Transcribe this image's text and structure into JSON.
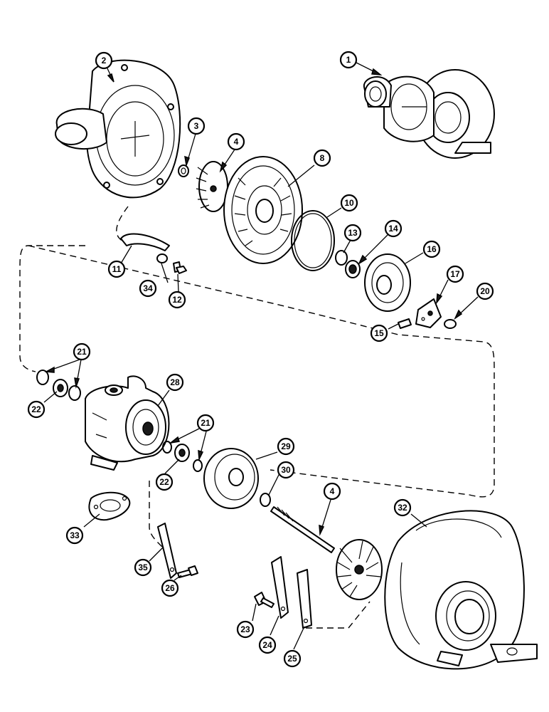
{
  "callouts": {
    "c1": "1",
    "c2": "2",
    "c3": "3",
    "c4a": "4",
    "c8": "8",
    "c10": "10",
    "c13": "13",
    "c14": "14",
    "c16": "16",
    "c11": "11",
    "c34": "34",
    "c12": "12",
    "c17": "17",
    "c20": "20",
    "c15": "15",
    "c21a": "21",
    "c22a": "22",
    "c28": "28",
    "c21b": "21",
    "c22b": "22",
    "c29": "29",
    "c30": "30",
    "c4b": "4",
    "c32": "32",
    "c33": "33",
    "c35": "35",
    "c26": "26",
    "c23": "23",
    "c24": "24",
    "c25": "25"
  },
  "colors": {
    "line": "#000000",
    "background": "#ffffff"
  }
}
